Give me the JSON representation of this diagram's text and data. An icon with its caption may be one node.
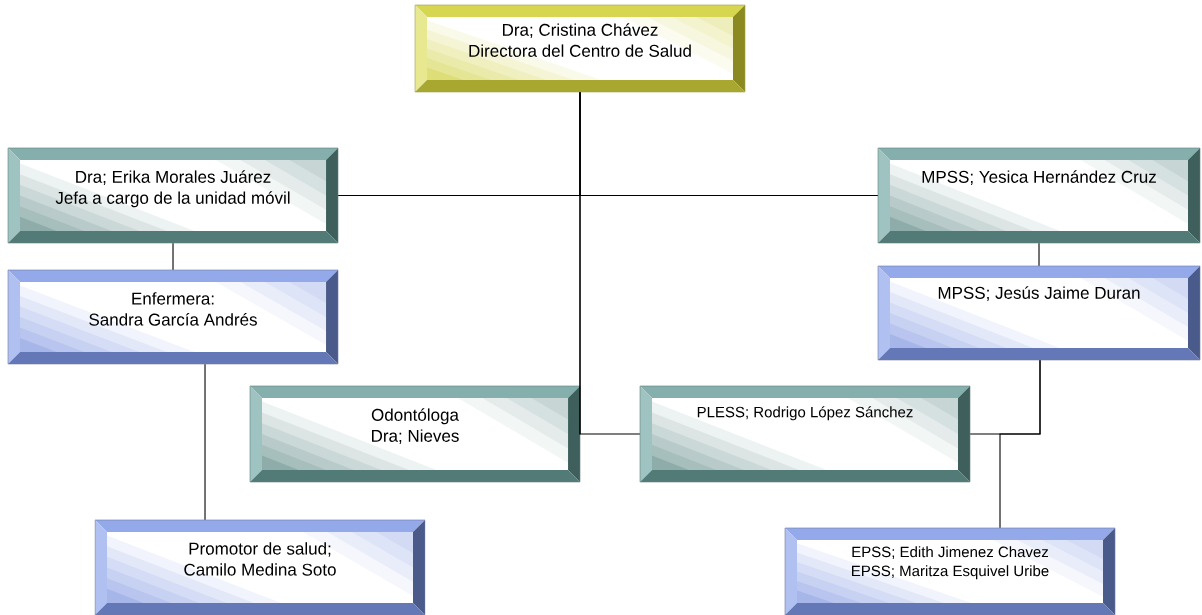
{
  "diagram": {
    "nodes": [
      {
        "text": [
          "Dra; Cristina Chávez",
          "Directora del Centro de Salud"
        ]
      },
      {
        "text": [
          "Dra; Erika Morales Juárez",
          "Jefa a cargo de la unidad móvil"
        ]
      },
      {
        "text": [
          "MPSS; Yesica Hernández Cruz"
        ]
      },
      {
        "text": [
          "Enfermera:",
          "Sandra García Andrés"
        ]
      },
      {
        "text": [
          "MPSS; Jesús Jaime Duran"
        ]
      },
      {
        "text": [
          "Odontóloga",
          "Dra; Nieves"
        ]
      },
      {
        "text": [
          "PLESS; Rodrigo López Sánchez"
        ]
      },
      {
        "text": [
          "Promotor de salud;",
          "Camilo Medina Soto"
        ]
      },
      {
        "text": [
          "EPSS; Edith Jimenez Chavez",
          "EPSS; Maritza Esquivel Uribe"
        ]
      }
    ],
    "edges": [
      {
        "from": 0,
        "to": 1,
        "arrow": "none"
      },
      {
        "from": 0,
        "to": 2,
        "arrow": "none"
      },
      {
        "from": 0,
        "to": 5,
        "arrow": "none"
      },
      {
        "from": 0,
        "to": 6,
        "arrow": "none"
      },
      {
        "from": 1,
        "to": 3,
        "arrow": "none"
      },
      {
        "from": 2,
        "to": 4,
        "arrow": "none"
      },
      {
        "from": 3,
        "to": 7,
        "arrow": "none"
      },
      {
        "from": 4,
        "to": 6,
        "arrow": "none"
      },
      {
        "from": 4,
        "to": 8,
        "arrow": "none"
      }
    ]
  }
}
